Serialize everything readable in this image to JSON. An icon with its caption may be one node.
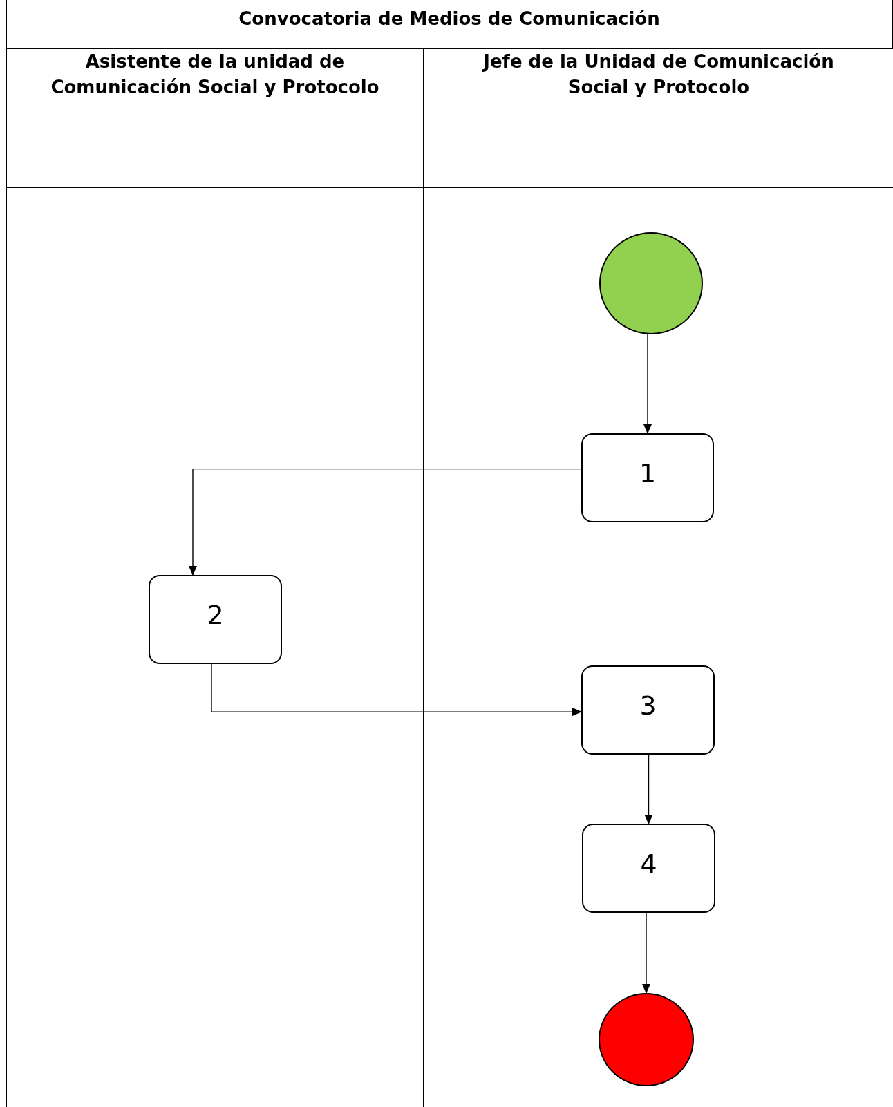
{
  "diagram": {
    "title": "Convocatoria de Medios de Comunicación",
    "nodes": [
      {
        "text": [
          "Asistente de la unidad de Comunicación Social y Protocolo"
        ]
      },
      {
        "text": [
          "Jefe de la Unidad de Comunicación Social y Protocolo"
        ]
      },
      {
        "text": [],
        "shape": "circle",
        "in": 1
      },
      {
        "text": [
          "1"
        ],
        "in": 1
      },
      {
        "text": [
          "2"
        ],
        "in": 0
      },
      {
        "text": [
          "3"
        ],
        "in": 1
      },
      {
        "text": [
          "4"
        ],
        "in": 1
      },
      {
        "text": [],
        "shape": "circle",
        "in": 1
      }
    ],
    "edges": [
      {
        "from": 2,
        "to": 3,
        "arrow": "to"
      },
      {
        "from": 3,
        "to": 4,
        "arrow": "to"
      },
      {
        "from": 4,
        "to": 5,
        "arrow": "to"
      },
      {
        "from": 5,
        "to": 6,
        "arrow": "to"
      },
      {
        "from": 6,
        "to": 7,
        "arrow": "to"
      }
    ]
  }
}
